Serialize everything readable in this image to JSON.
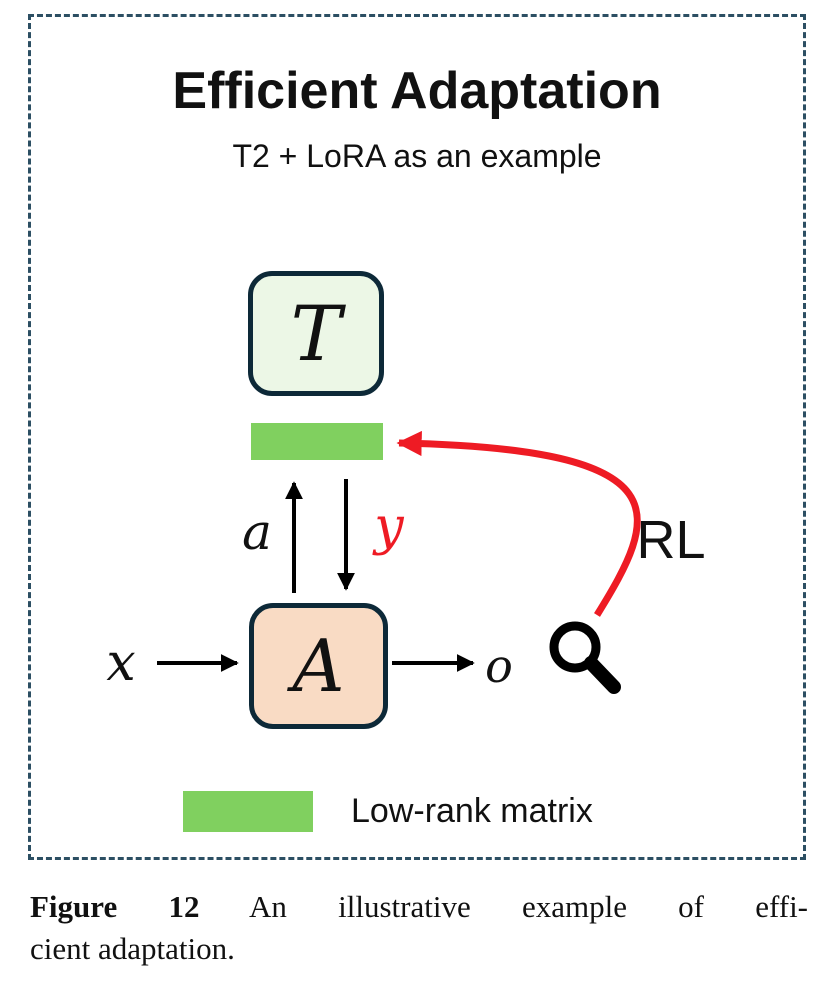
{
  "figure": {
    "title": "Efficient Adaptation",
    "subtitle": "T2 + LoRA as an example",
    "t_symbol": "T",
    "a_symbol": "A",
    "labels": {
      "a": "a",
      "y": "y",
      "x": "x",
      "o": "o",
      "rl": "RL"
    },
    "legend": {
      "label": "Low-rank matrix"
    },
    "icons": {
      "magnifier": "magnifier-icon"
    },
    "colors": {
      "green": "#80d05f",
      "t_box_fill": "#ecf7e6",
      "a_box_fill": "#f9dbc4",
      "box_border": "#0d2938",
      "red": "#ee1b24",
      "dash": "#2c4f63",
      "black": "#000000"
    }
  },
  "caption": {
    "label": "Figure 12",
    "line1": "An illustrative example of effi-",
    "line2": "cient adaptation."
  }
}
